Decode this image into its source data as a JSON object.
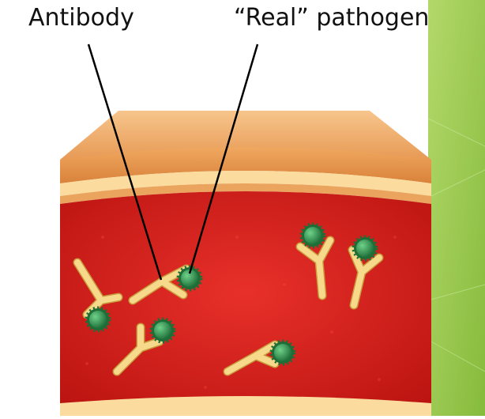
{
  "labels": {
    "antibody": "Antibody",
    "pathogen": "“Real” pathogen"
  },
  "colors": {
    "slide_green": "#9ccb4e",
    "skin_tan": "#f2b579",
    "skin_light": "#fbd9a3",
    "blood_red": "#d8211d",
    "antibody_yellow": "#f7d98c",
    "pathogen_green": "#2f9a52",
    "leader_line": "#000000"
  },
  "illustration": {
    "antibody_count": 6,
    "pathogen_count": 6
  }
}
